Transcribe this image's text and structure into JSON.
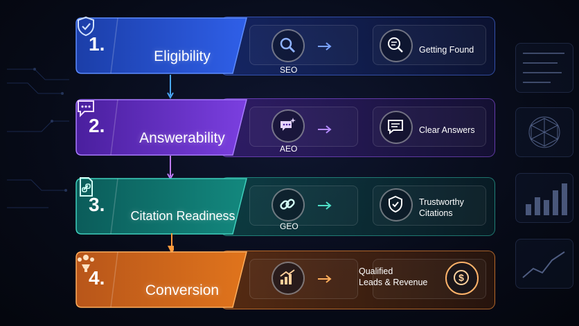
{
  "stages": [
    {
      "number": "1.",
      "title": "Eligibility",
      "channel": "SEO",
      "outcome_line1": "Getting Found",
      "outcome_line2": "",
      "color": "#2f5fe8"
    },
    {
      "number": "2.",
      "title": "Answerability",
      "channel": "AEO",
      "outcome_line1": "Clear Answers",
      "outcome_line2": "",
      "color": "#7b3fe0"
    },
    {
      "number": "3.",
      "title": "Citation Readiness",
      "channel": "GEO",
      "outcome_line1": "Trustworthy",
      "outcome_line2": "Citations",
      "color": "#13887e"
    },
    {
      "number": "4.",
      "title": "Conversion",
      "channel": "",
      "outcome_line1": "Qualified",
      "outcome_line2": "Leads & Revenue",
      "color": "#e0741c"
    }
  ],
  "icons": {
    "stage1": "shield-check-icon",
    "stage2": "chat-bubble-icon",
    "stage3": "document-link-icon",
    "stage4": "people-group-icon",
    "mid1": "magnifier-icon",
    "mid2": "sparkle-chat-icon",
    "mid3": "chain-link-icon",
    "mid4": "growth-chart-icon",
    "out1": "search-document-icon",
    "out2": "message-lines-icon",
    "out3": "shield-check-icon",
    "out4": "dollar-coin-icon"
  }
}
